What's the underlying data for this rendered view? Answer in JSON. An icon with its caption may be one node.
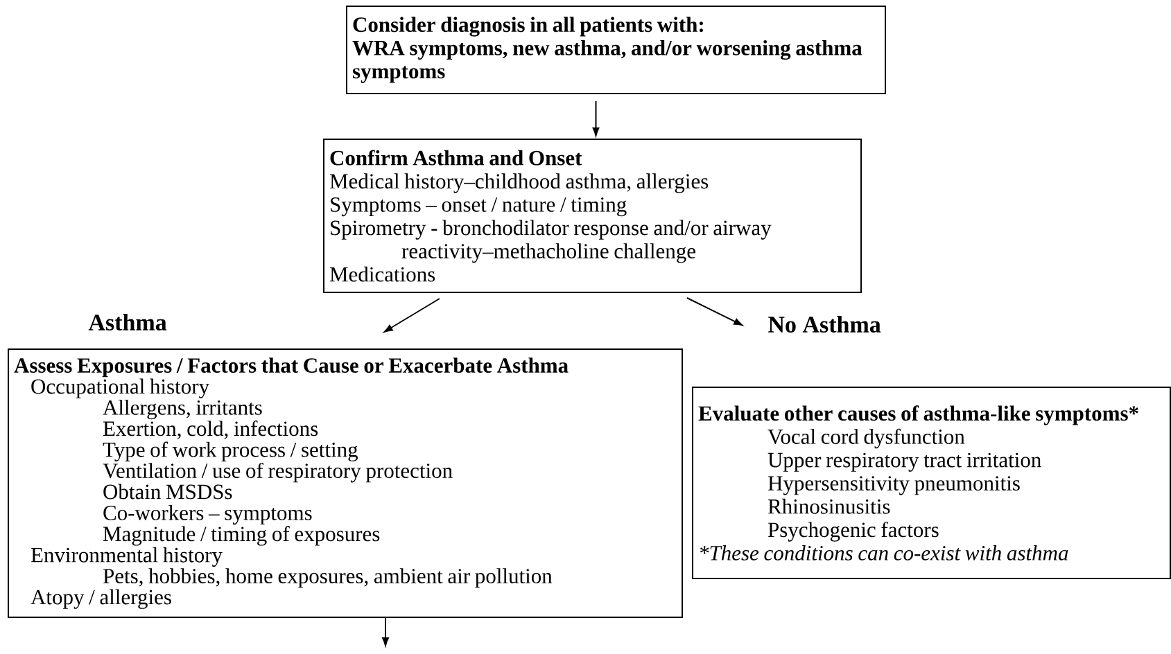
{
  "diagram": {
    "nodes": [
      {
        "text": [
          "Consider diagnosis in all patients with:",
          "WRA symptoms, new asthma, and/or worsening asthma symptoms"
        ]
      },
      {
        "text": [
          "Confirm Asthma and Onset",
          "Medical history–childhood asthma, allergies",
          "Symptoms – onset / nature / timing",
          "Spirometry - bronchodilator response and/or airway reactivity–methacholine challenge",
          "Medications"
        ]
      },
      {
        "text": [
          "Asthma",
          "Assess Exposures / Factors that Cause or Exacerbate Asthma",
          "Occupational history",
          "Allergens, irritants",
          "Exertion, cold, infections",
          "Type of work process / setting",
          "Ventilation / use of respiratory protection",
          "Obtain MSDSs",
          "Co-workers – symptoms",
          "Magnitude / timing of exposures",
          "Environmental history",
          "Pets, hobbies, home exposures, ambient air pollution",
          "Atopy / allergies"
        ]
      },
      {
        "text": [
          "No Asthma",
          "Evaluate other causes of asthma-like symptoms*",
          "Vocal cord dysfunction",
          "Upper respiratory tract irritation",
          "Hypersensitivity pneumonitis",
          "Rhinosinusitis",
          "Psychogenic factors",
          "*These conditions can co-exist with asthma"
        ]
      }
    ],
    "edges": [
      {
        "from": 0,
        "to": 1,
        "arrow": "to"
      },
      {
        "from": 1,
        "to": 2,
        "arrow": "to"
      },
      {
        "from": 1,
        "to": 3,
        "arrow": "to"
      },
      {
        "from": 2,
        "to": null,
        "arrow": "to"
      }
    ]
  }
}
